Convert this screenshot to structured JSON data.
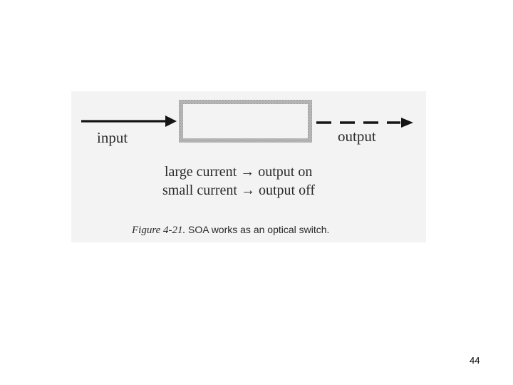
{
  "diagram": {
    "input_label": "input",
    "output_label": "output",
    "conditions": [
      {
        "cause": "large current",
        "effect": "output on"
      },
      {
        "cause": "small current",
        "effect": "output off"
      }
    ],
    "arrow_glyph": "→",
    "caption": {
      "figure_ref": "Figure 4-21.",
      "text": "SOA works as an optical switch."
    }
  },
  "page": {
    "number": "44"
  }
}
